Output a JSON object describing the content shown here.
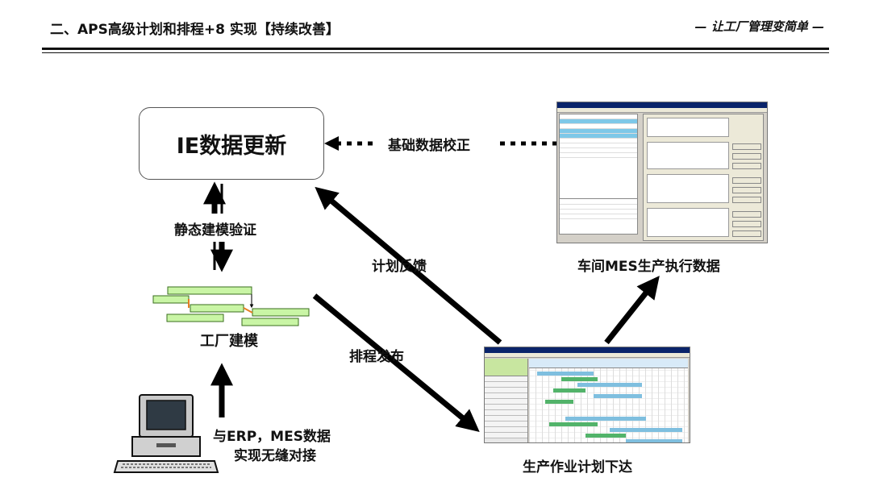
{
  "header": {
    "title": "二、APS高级计划和排程+8 实现【持续改善】",
    "slogan": "— 让工厂管理变简单 —"
  },
  "nodes": {
    "ie_box": "IE数据更新",
    "mes_caption": "车间MES生产执行数据",
    "factory_caption": "工厂建模",
    "schedule_caption": "生产作业计划下达",
    "erp_line1": "与ERP，MES数据",
    "erp_line2": "实现无缝对接"
  },
  "edges": {
    "base_data": "基础数据校正",
    "static_model": "静态建模验证",
    "plan_feedback": "计划反馈",
    "schedule_publish": "排程发布"
  },
  "colors": {
    "gantt_green": "#c9f5a5",
    "gantt_outline": "#3a6e1e",
    "gantt_link": "#e67e22",
    "arrow": "#000000"
  }
}
